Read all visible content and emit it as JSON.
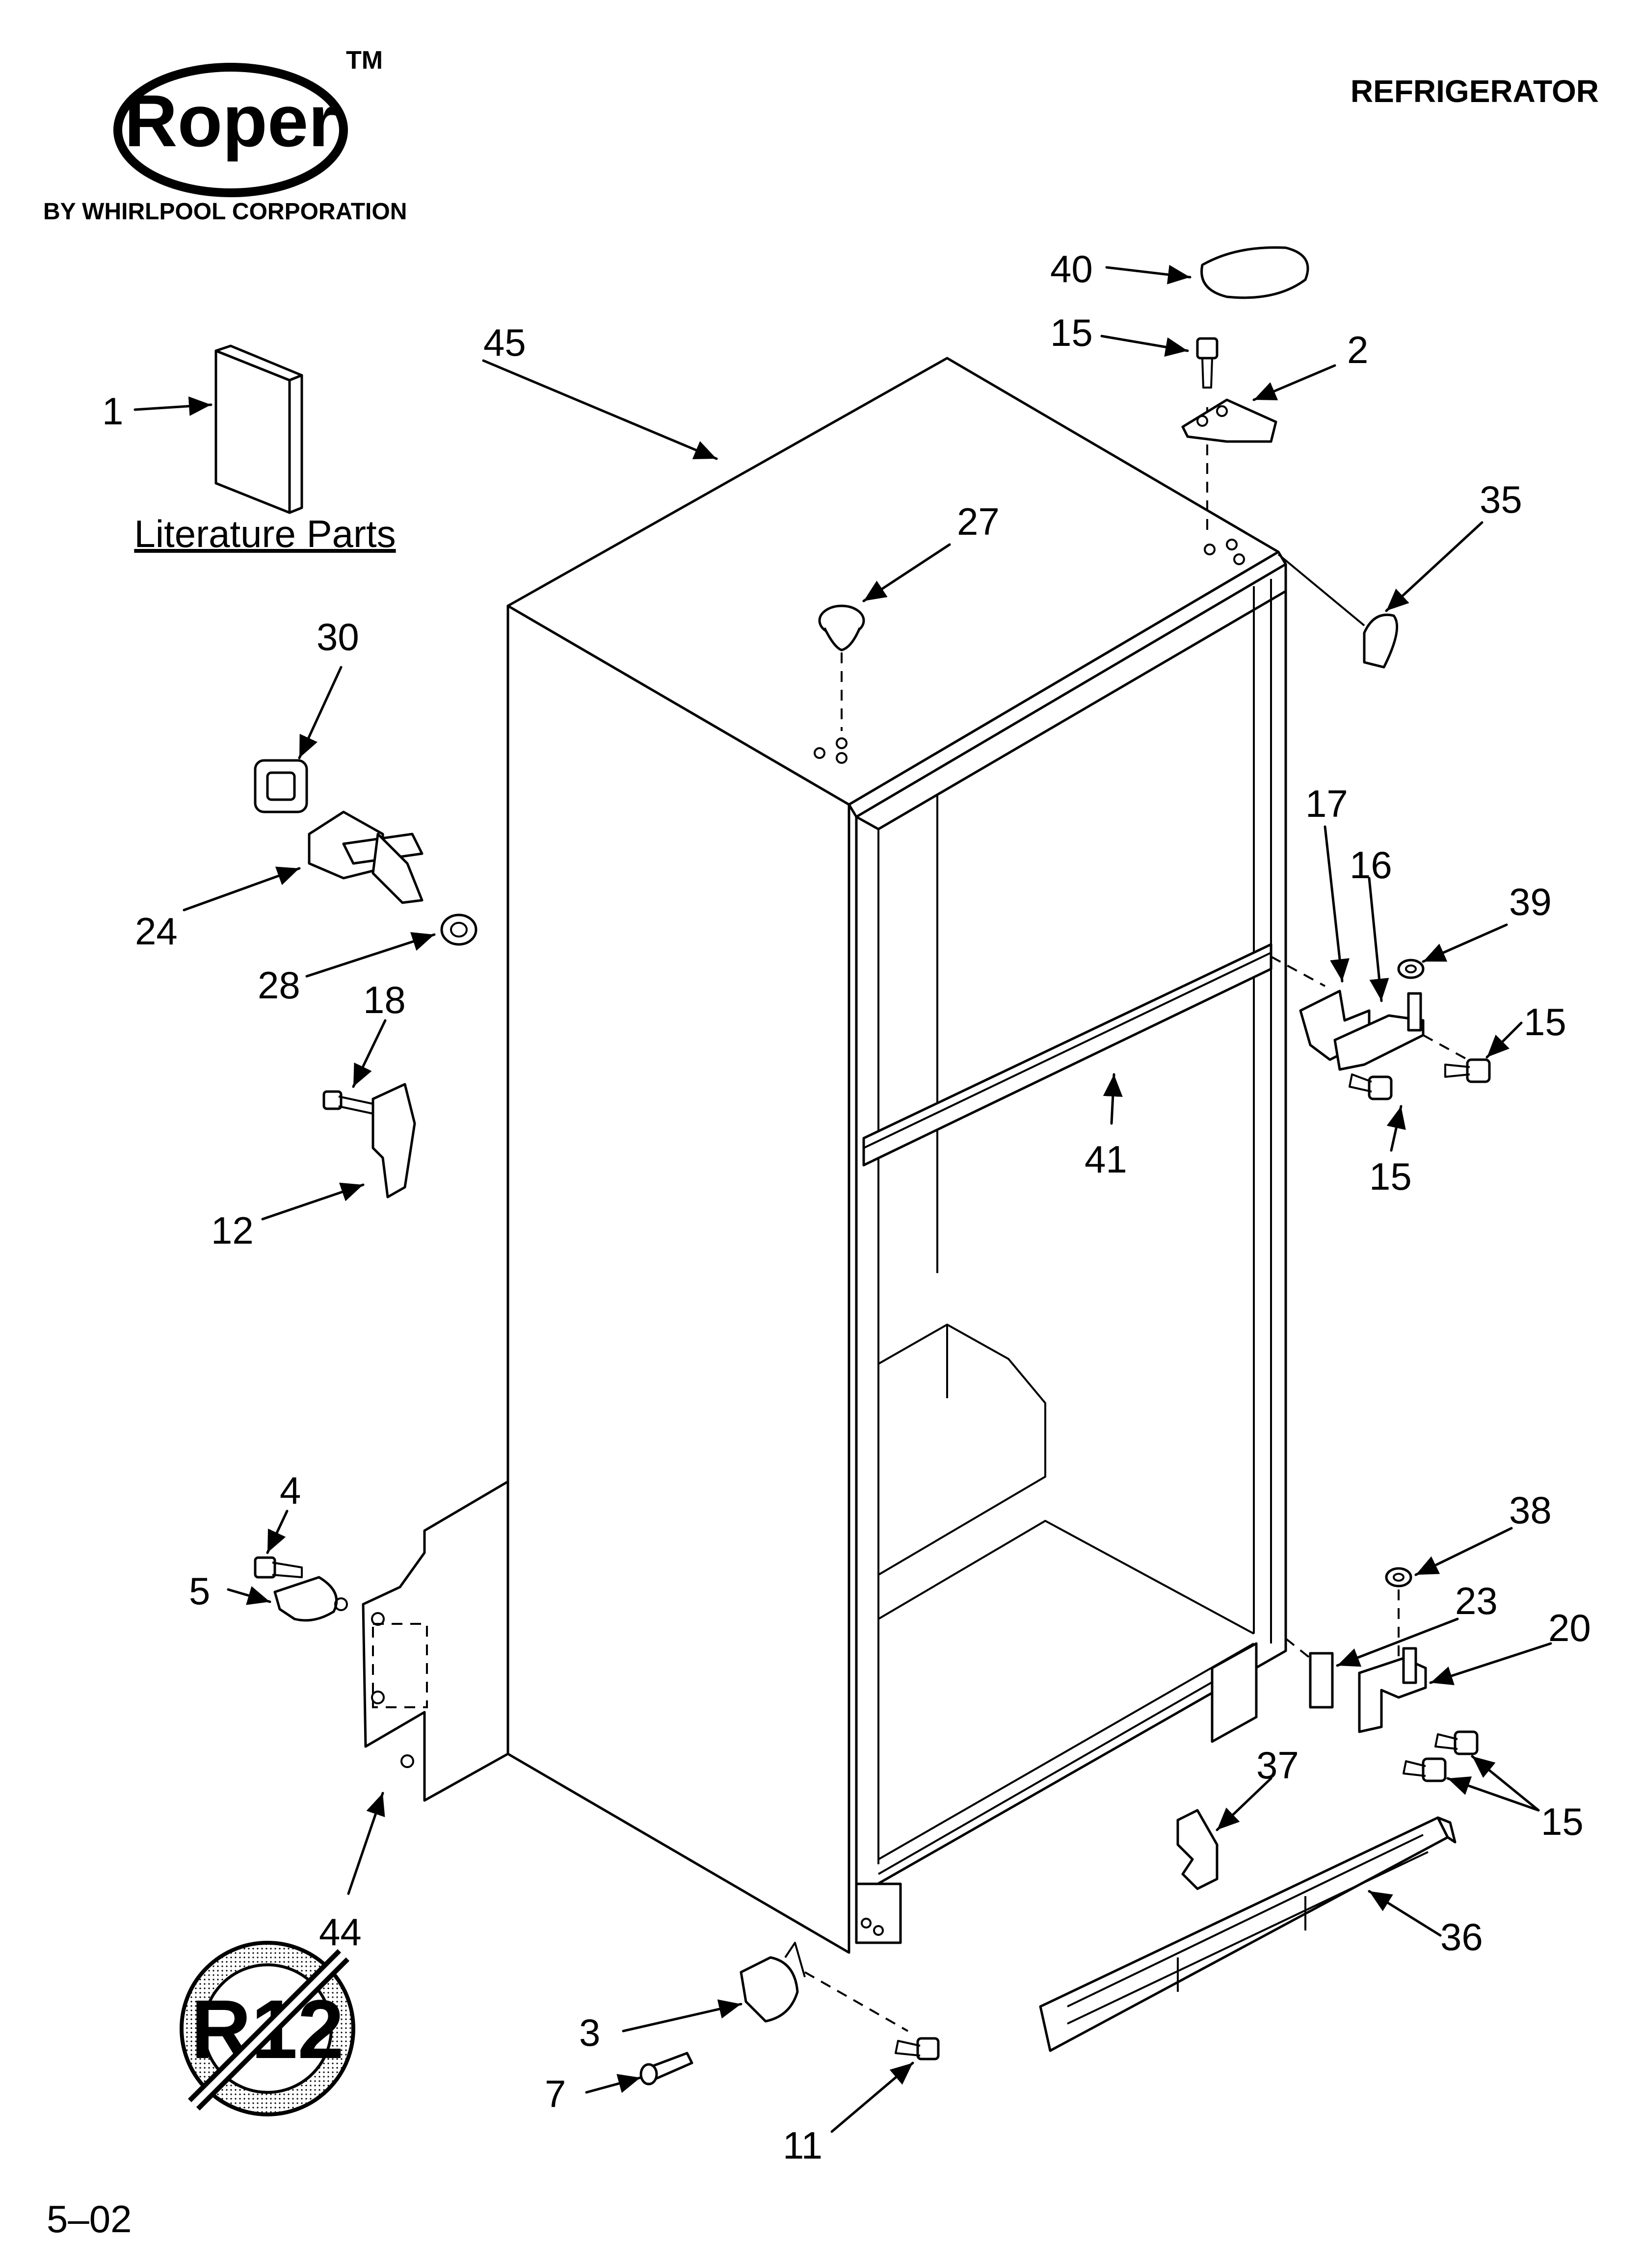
{
  "header": {
    "brand": "Roper",
    "trademark": "TM",
    "subtitle": "BY WHIRLPOOL CORPORATION",
    "title": "REFRIGERATOR"
  },
  "labels": {
    "literature_parts": "Literature Parts",
    "no_cfc_symbol": "R12",
    "revision": "5–02"
  },
  "callouts": {
    "c1": "1",
    "c2": "2",
    "c3": "3",
    "c4": "4",
    "c5": "5",
    "c7": "7",
    "c11": "11",
    "c12": "12",
    "c15a": "15",
    "c15b": "15",
    "c15c": "15",
    "c15d": "15",
    "c16": "16",
    "c17": "17",
    "c18": "18",
    "c20": "20",
    "c23": "23",
    "c24": "24",
    "c27": "27",
    "c28": "28",
    "c30": "30",
    "c35": "35",
    "c36": "36",
    "c37": "37",
    "c38": "38",
    "c39": "39",
    "c40": "40",
    "c41": "41",
    "c44": "44",
    "c45": "45"
  },
  "colors": {
    "ink": "#000000",
    "paper": "#ffffff"
  },
  "icons": [
    "arrow-icon",
    "no-cfc-icon"
  ]
}
